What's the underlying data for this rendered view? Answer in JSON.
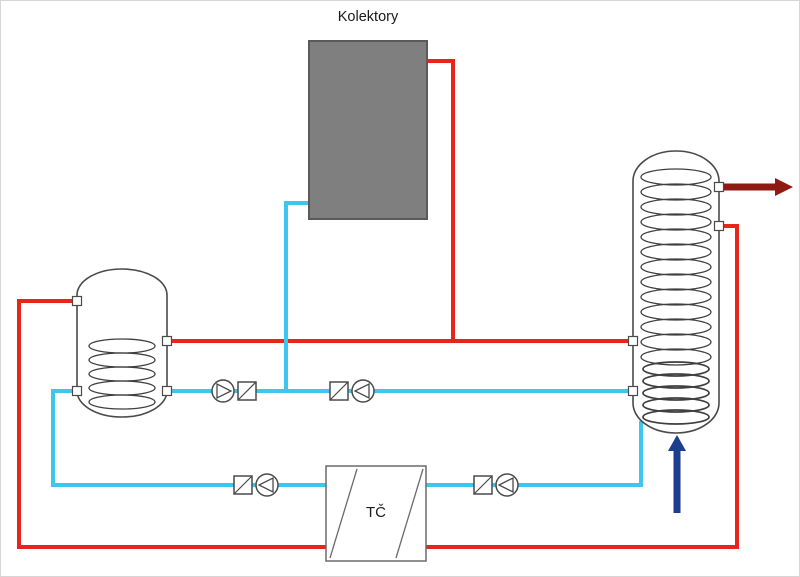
{
  "diagram": {
    "collector_label": "Kolektory",
    "heat_pump_label": "TČ",
    "colors": {
      "hot_pipe": "#e8251d",
      "cold_pipe": "#3ec7ee",
      "hot_water_arrow": "#8e1a12",
      "cold_water_arrow": "#1d3e8f",
      "collector_fill": "#7f7f7f",
      "collector_border": "#5a5a5a",
      "component_outline": "#4a4a4a",
      "text": "#1a1a1a"
    },
    "counts": {
      "pumps": 4,
      "valves": 4,
      "tanks": 2
    }
  }
}
